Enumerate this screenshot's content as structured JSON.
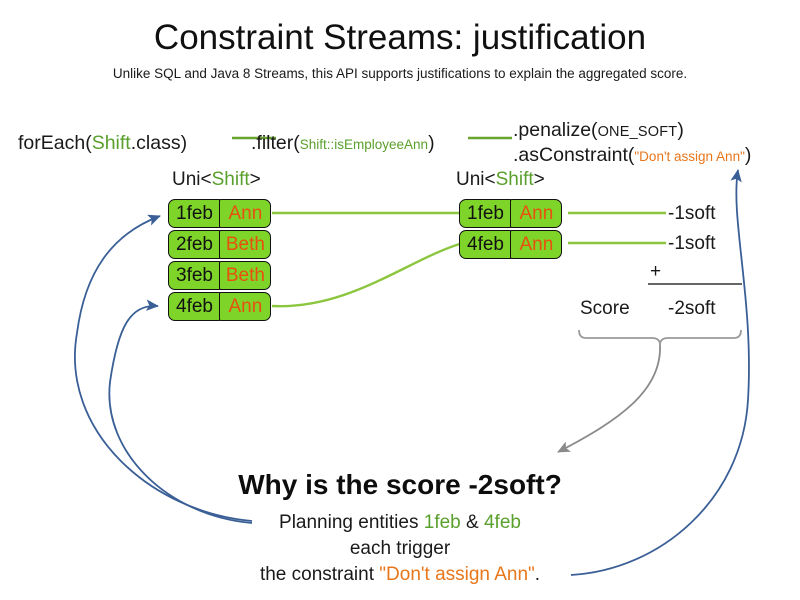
{
  "slide": {
    "title": "Constraint Streams: justification",
    "subtitle": "Unlike SQL and Java 8 Streams, this API supports justifications to explain the aggregated score."
  },
  "colors": {
    "green_text": "#5aa02c",
    "orange_text": "#e8761b",
    "chip_fill": "#7fd42a",
    "chip_name_text": "#e8500f",
    "blue_arrow": "#3a5f96",
    "gray_arrow": "#8a8a8a",
    "green_connector": "#8cc63f"
  },
  "code": {
    "foreach": {
      "method": "forEach(",
      "type": "Shift",
      "tail": ".class)"
    },
    "filter": {
      "method": ".filter(",
      "arg": "Shift::isEmployeeAnn",
      "tail": ")"
    },
    "penalize": {
      "method": ".penalize(",
      "arg": "ONE_SOFT",
      "tail": ")"
    },
    "as_constraint": {
      "method": ".asConstraint(",
      "arg": "\"Don't assign Ann\"",
      "tail": ")"
    }
  },
  "streams": {
    "left": {
      "label_prefix": "Uni<",
      "label_type": "Shift",
      "label_suffix": ">",
      "rows": [
        {
          "date": "1feb",
          "name": "Ann"
        },
        {
          "date": "2feb",
          "name": "Beth"
        },
        {
          "date": "3feb",
          "name": "Beth"
        },
        {
          "date": "4feb",
          "name": "Ann"
        }
      ]
    },
    "right": {
      "label_prefix": "Uni<",
      "label_type": "Shift",
      "label_suffix": ">",
      "rows": [
        {
          "date": "1feb",
          "name": "Ann"
        },
        {
          "date": "4feb",
          "name": "Ann"
        }
      ]
    }
  },
  "score_panel": {
    "impacts": [
      "-1soft",
      "-1soft"
    ],
    "operator": "+",
    "label": "Score",
    "total": "-2soft"
  },
  "explanation": {
    "heading": "Why is the score -2soft?",
    "line1_prefix": "Planning entities ",
    "line1_entity_a": "1feb",
    "line1_amp": " & ",
    "line1_entity_b": "4feb",
    "line2": "each trigger",
    "line3_prefix": "the constraint ",
    "line3_constraint": "\"Don't assign Ann\"",
    "line3_suffix": "."
  }
}
